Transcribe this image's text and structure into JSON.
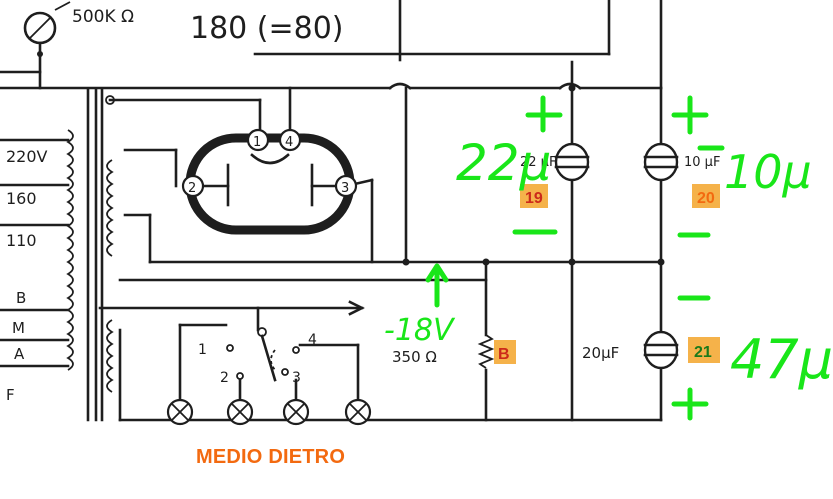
{
  "schematic": {
    "top_label_pot": "500K Ω",
    "top_label_value": "180 (=80)",
    "taps": [
      "220V",
      "160",
      "110",
      "B",
      "M",
      "A",
      "F"
    ],
    "tube_pins": [
      "1",
      "2",
      "3",
      "4"
    ],
    "switch_positions": [
      "1",
      "2",
      "3",
      "4"
    ],
    "resistor_label": "350 Ω",
    "cap_upper_left": "22 μF",
    "cap_upper_right": "10 μF",
    "cap_lower": "20μF"
  },
  "tags": {
    "c19": "19",
    "c20": "20",
    "resistor": "B",
    "c21": "21"
  },
  "annotations": {
    "cap19_value": "22μ",
    "cap20_value": "10μ",
    "cap21_value": "47μ",
    "voltage": "-18V",
    "plus": "+",
    "minus": "—"
  },
  "caption": "MEDIO DIETRO",
  "colors": {
    "ink": "#1e1e1e",
    "annotation": "#19e619",
    "tag_bg": "#f5b24a",
    "tag_orange": "#f36a10",
    "tag_red": "#cc2a1a",
    "tag_green": "#1a7a1a",
    "caption": "#f36a10"
  }
}
